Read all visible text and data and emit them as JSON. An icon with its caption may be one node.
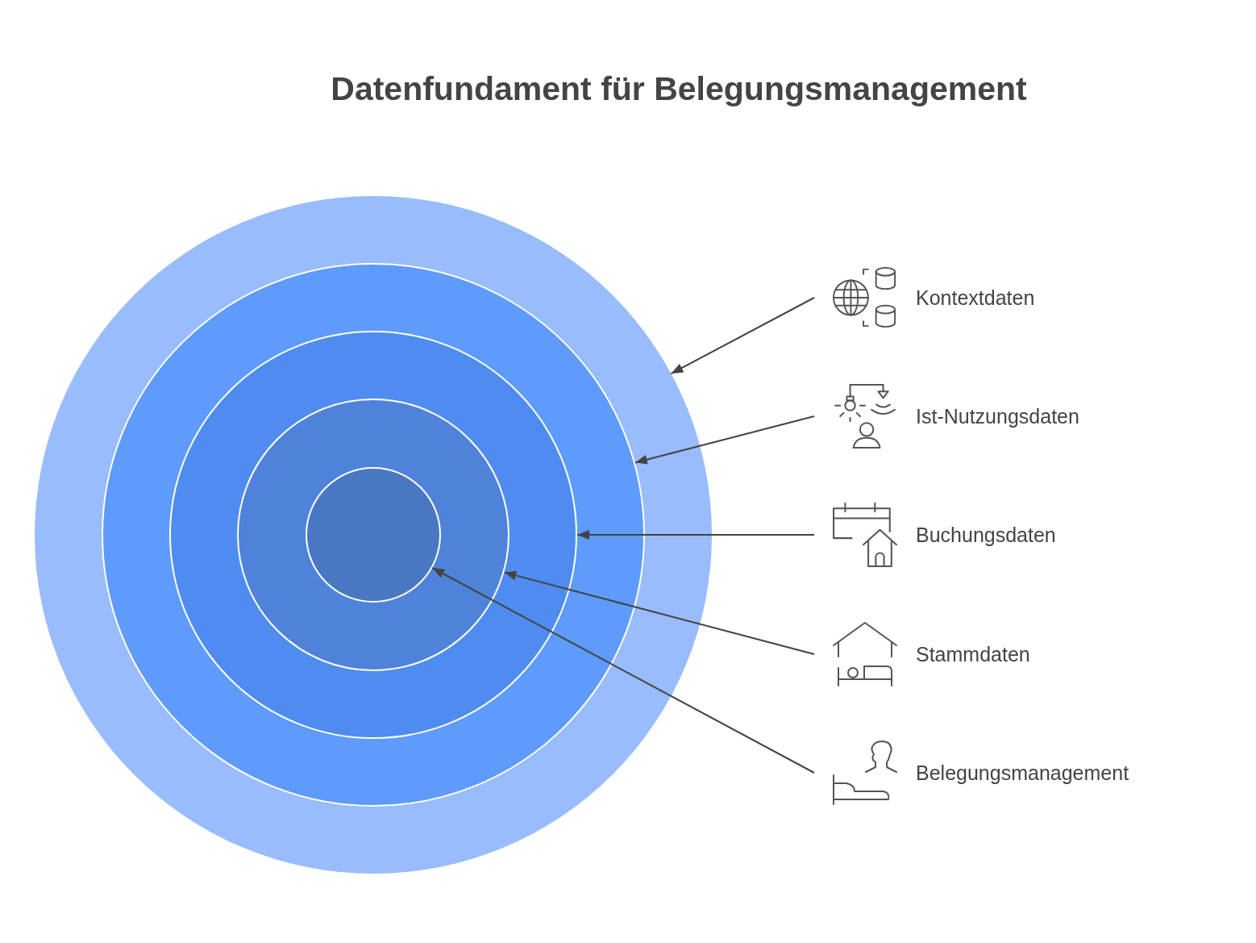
{
  "diagram": {
    "title": "Datenfundament für Belegungsmanagement",
    "nodes": [
      {
        "text": [],
        "shape": "circle"
      },
      {
        "text": [],
        "shape": "circle",
        "in": 0
      },
      {
        "text": [],
        "shape": "circle",
        "in": 1
      },
      {
        "text": [],
        "shape": "circle",
        "in": 2
      },
      {
        "text": [],
        "shape": "circle",
        "in": 3
      },
      {
        "text": [
          "Kontextdaten"
        ]
      },
      {
        "text": [
          "Ist-Nutzungsdaten"
        ]
      },
      {
        "text": [
          "Buchungsdaten"
        ]
      },
      {
        "text": [
          "Stammdaten"
        ]
      },
      {
        "text": [
          "Belegungsmanagement"
        ]
      }
    ],
    "edges": [
      {
        "from": 5,
        "to": 0,
        "arrow": "to"
      },
      {
        "from": 6,
        "to": 1,
        "arrow": "to"
      },
      {
        "from": 7,
        "to": 2,
        "arrow": "to"
      },
      {
        "from": 8,
        "to": 3,
        "arrow": "to"
      },
      {
        "from": 9,
        "to": 4,
        "arrow": "to"
      }
    ]
  }
}
